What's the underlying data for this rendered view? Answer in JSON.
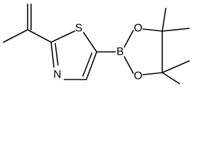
{
  "molecule": {
    "atoms": {
      "sulfur": "S",
      "nitrogen": "N",
      "boron": "B",
      "oxygen_top": "O",
      "oxygen_bottom": "O"
    }
  },
  "colors": {
    "bond": "#000000",
    "label": "#000000",
    "background": "#ffffff"
  }
}
